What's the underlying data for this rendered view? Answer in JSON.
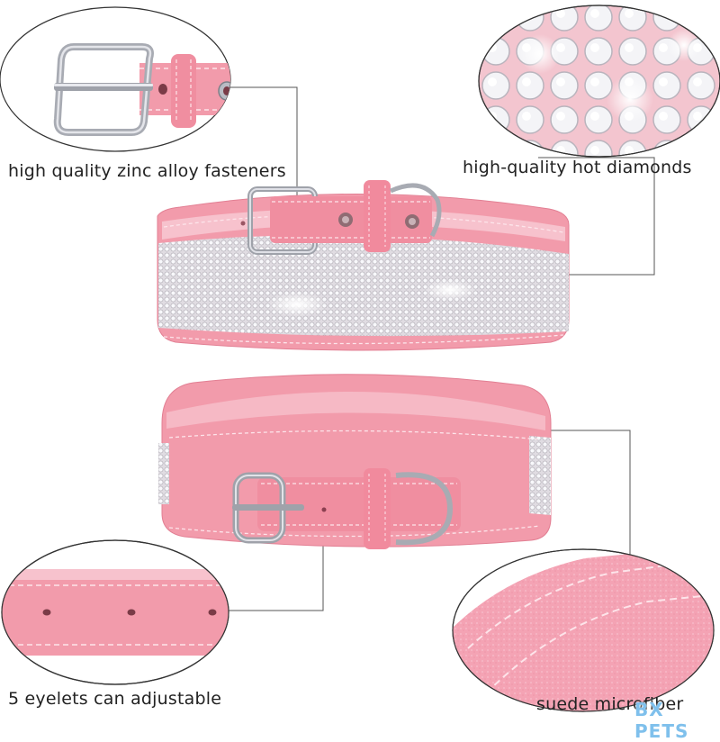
{
  "captions": {
    "fasteners": "high quality zinc alloy fasteners",
    "diamonds": "high-quality hot diamonds",
    "eyelets": "5 eyelets can adjustable",
    "suede": "suede microfiber"
  },
  "watermark": "BX PETS",
  "colors": {
    "collar_pink": "#f29bab",
    "collar_pink_dark": "#e27f93",
    "stitching": "#fde4ea",
    "metal": "#b9bcc4",
    "rhinestone": "#f2f2f6",
    "callout_line": "#555555",
    "watermark": "#7fc0ec"
  },
  "icons": {
    "buckle": "zinc-alloy-buckle",
    "eyelet": "eyelet-hole",
    "rivet": "metal-rivet"
  }
}
